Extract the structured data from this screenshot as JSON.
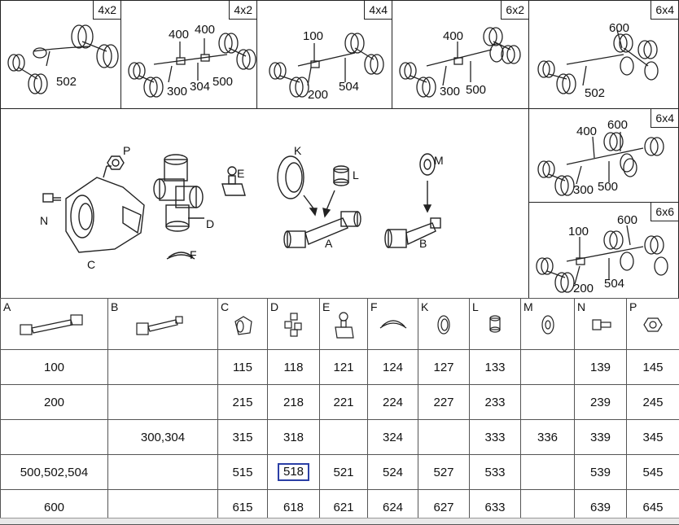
{
  "diagrams": [
    {
      "tag": "4x2",
      "labels": [
        "502"
      ]
    },
    {
      "tag": "4x2",
      "labels": [
        "400",
        "400",
        "300",
        "304",
        "500"
      ]
    },
    {
      "tag": "4x4",
      "labels": [
        "100",
        "200",
        "504"
      ]
    },
    {
      "tag": "6x2",
      "labels": [
        "400",
        "300",
        "500"
      ]
    },
    {
      "tag": "6x4",
      "labels": [
        "600",
        "502"
      ]
    },
    {
      "tag": "6x4",
      "labels": [
        "400",
        "600",
        "300",
        "500"
      ]
    },
    {
      "tag": "6x6",
      "labels": [
        "600",
        "100",
        "200",
        "504"
      ]
    }
  ],
  "exploded": {
    "letters": [
      "P",
      "N",
      "C",
      "D",
      "E",
      "F",
      "K",
      "L",
      "A",
      "M",
      "B"
    ]
  },
  "table": {
    "columns": [
      "A",
      "B",
      "C",
      "D",
      "E",
      "F",
      "K",
      "L",
      "M",
      "N",
      "P"
    ],
    "rows": [
      [
        "100",
        "",
        "115",
        "118",
        "121",
        "124",
        "127",
        "133",
        "",
        "139",
        "145"
      ],
      [
        "200",
        "",
        "215",
        "218",
        "221",
        "224",
        "227",
        "233",
        "",
        "239",
        "245"
      ],
      [
        "",
        "300,304",
        "315",
        "318",
        "",
        "324",
        "",
        "333",
        "336",
        "339",
        "345"
      ],
      [
        "500,502,504",
        "",
        "515",
        "518",
        "521",
        "524",
        "527",
        "533",
        "",
        "539",
        "545"
      ],
      [
        "600",
        "",
        "615",
        "618",
        "621",
        "624",
        "627",
        "633",
        "",
        "639",
        "645"
      ]
    ],
    "selected_cell": {
      "row": 3,
      "col": 3
    }
  }
}
